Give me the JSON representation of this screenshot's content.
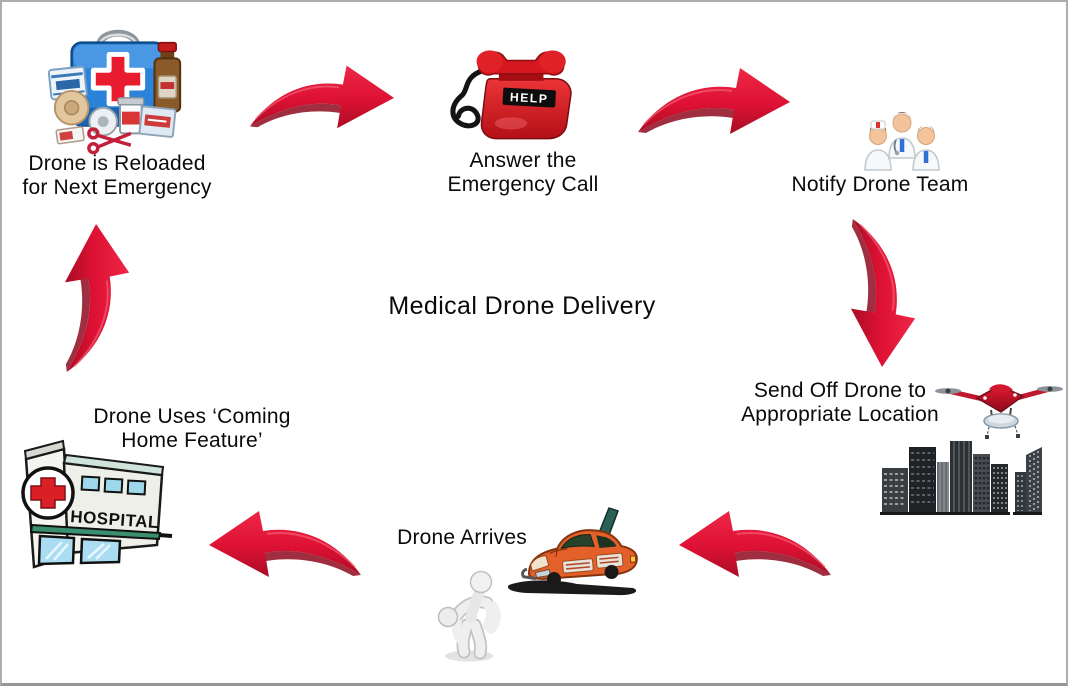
{
  "title": "Medical Drone Delivery",
  "steps": {
    "reload": {
      "label": "Drone is Reloaded\nfor Next Emergency",
      "icon": "first-aid-kit-icon"
    },
    "answer": {
      "label": "Answer the\nEmergency Call",
      "icon": "emergency-phone-icon",
      "phone_text": "HELP"
    },
    "notify": {
      "label": "Notify Drone Team",
      "icon": "medical-team-icon"
    },
    "send": {
      "label": "Send Off Drone to\nAppropriate Location",
      "icon": "drone-over-city-icon"
    },
    "arrive": {
      "label": "Drone Arrives",
      "icon": "accident-scene-icon"
    },
    "home": {
      "label": "Drone Uses ‘Coming\nHome Feature’",
      "icon": "hospital-icon",
      "hospital_sign": "HOSPITAL"
    }
  },
  "flow": [
    {
      "from": "reload",
      "to": "answer"
    },
    {
      "from": "answer",
      "to": "notify"
    },
    {
      "from": "notify",
      "to": "send"
    },
    {
      "from": "send",
      "to": "arrive"
    },
    {
      "from": "arrive",
      "to": "home"
    },
    {
      "from": "home",
      "to": "reload"
    }
  ],
  "colors": {
    "arrow_red": "#dd1133",
    "arrow_red_light": "#ee2747",
    "arrow_red_dark": "#a80d25",
    "phone_red": "#d5181f",
    "kit_blue": "#2b82d9",
    "cross_red": "#e81c2e",
    "background": "#ffffff"
  }
}
